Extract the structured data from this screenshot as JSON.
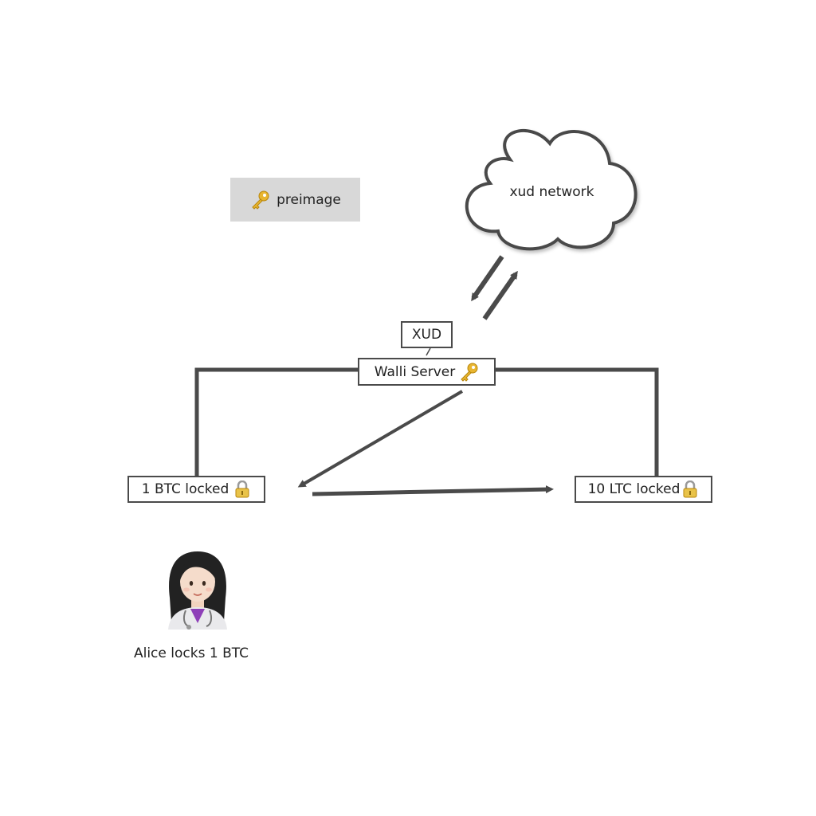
{
  "preimage": {
    "label": "preimage",
    "icon": "key-icon"
  },
  "network": {
    "label": "xud network",
    "icon": "cloud-shape"
  },
  "xud_box": {
    "label": "XUD"
  },
  "walli_server": {
    "label": "Walli Server",
    "icon": "key-icon"
  },
  "btc_lock": {
    "label": "1 BTC locked",
    "icon": "lock-icon"
  },
  "ltc_lock": {
    "label": "10 LTC locked",
    "icon": "lock-icon"
  },
  "alice": {
    "caption": "Alice locks 1 BTC",
    "icon": "doctor-woman-icon"
  },
  "colors": {
    "line": "#4a4a4a",
    "preimage_bg": "#d8d8d8",
    "key": "#e8b530",
    "lock": "#e9c349"
  }
}
